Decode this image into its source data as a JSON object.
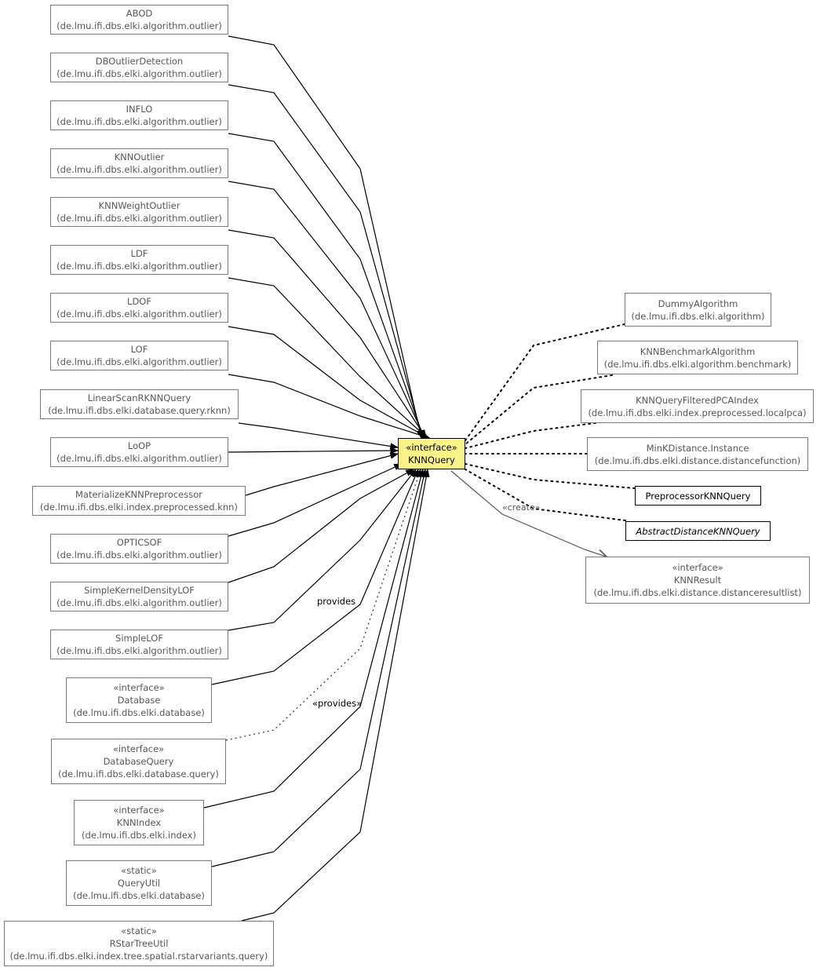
{
  "focus": {
    "stereotype": "«interface»",
    "name": "KNNQuery"
  },
  "left_nodes": [
    {
      "lines": [
        "ABOD",
        "(de.lmu.ifi.dbs.elki.algorithm.outlier)"
      ],
      "edge": "solid"
    },
    {
      "lines": [
        "DBOutlierDetection",
        "(de.lmu.ifi.dbs.elki.algorithm.outlier)"
      ],
      "edge": "solid"
    },
    {
      "lines": [
        "INFLO",
        "(de.lmu.ifi.dbs.elki.algorithm.outlier)"
      ],
      "edge": "solid"
    },
    {
      "lines": [
        "KNNOutlier",
        "(de.lmu.ifi.dbs.elki.algorithm.outlier)"
      ],
      "edge": "solid"
    },
    {
      "lines": [
        "KNNWeightOutlier",
        "(de.lmu.ifi.dbs.elki.algorithm.outlier)"
      ],
      "edge": "solid"
    },
    {
      "lines": [
        "LDF",
        "(de.lmu.ifi.dbs.elki.algorithm.outlier)"
      ],
      "edge": "solid"
    },
    {
      "lines": [
        "LDOF",
        "(de.lmu.ifi.dbs.elki.algorithm.outlier)"
      ],
      "edge": "solid"
    },
    {
      "lines": [
        "LOF",
        "(de.lmu.ifi.dbs.elki.algorithm.outlier)"
      ],
      "edge": "solid"
    },
    {
      "lines": [
        "LinearScanRKNNQuery",
        "(de.lmu.ifi.dbs.elki.database.query.rknn)"
      ],
      "edge": "solid"
    },
    {
      "lines": [
        "LoOP",
        "(de.lmu.ifi.dbs.elki.algorithm.outlier)"
      ],
      "edge": "solid"
    },
    {
      "lines": [
        "MaterializeKNNPreprocessor",
        "(de.lmu.ifi.dbs.elki.index.preprocessed.knn)"
      ],
      "edge": "solid"
    },
    {
      "lines": [
        "OPTICSOF",
        "(de.lmu.ifi.dbs.elki.algorithm.outlier)"
      ],
      "edge": "solid"
    },
    {
      "lines": [
        "SimpleKernelDensityLOF",
        "(de.lmu.ifi.dbs.elki.algorithm.outlier)"
      ],
      "edge": "solid"
    },
    {
      "lines": [
        "SimpleLOF",
        "(de.lmu.ifi.dbs.elki.algorithm.outlier)"
      ],
      "edge": "solid"
    },
    {
      "lines": [
        "«interface»",
        "Database",
        "(de.lmu.ifi.dbs.elki.database)"
      ],
      "edge": "solid"
    },
    {
      "lines": [
        "«interface»",
        "DatabaseQuery",
        "(de.lmu.ifi.dbs.elki.database.query)"
      ],
      "edge": "dotted"
    },
    {
      "lines": [
        "«interface»",
        "KNNIndex",
        "(de.lmu.ifi.dbs.elki.index)"
      ],
      "edge": "solid"
    },
    {
      "lines": [
        "«static»",
        "QueryUtil",
        "(de.lmu.ifi.dbs.elki.database)"
      ],
      "edge": "solid"
    },
    {
      "lines": [
        "«static»",
        "RStarTreeUtil",
        "(de.lmu.ifi.dbs.elki.index.tree.spatial.rstarvariants.query)"
      ],
      "edge": "solid"
    }
  ],
  "right_nodes": [
    {
      "lines": [
        "DummyAlgorithm",
        "(de.lmu.ifi.dbs.elki.algorithm)"
      ],
      "style": "normal"
    },
    {
      "lines": [
        "KNNBenchmarkAlgorithm",
        "(de.lmu.ifi.dbs.elki.algorithm.benchmark)"
      ],
      "style": "normal"
    },
    {
      "lines": [
        "KNNQueryFilteredPCAIndex",
        "(de.lmu.ifi.dbs.elki.index.preprocessed.localpca)"
      ],
      "style": "normal"
    },
    {
      "lines": [
        "MinKDistance.Instance",
        "(de.lmu.ifi.dbs.elki.distance.distancefunction)"
      ],
      "style": "normal"
    },
    {
      "lines": [
        "PreprocessorKNNQuery"
      ],
      "style": "dark"
    },
    {
      "lines": [
        "AbstractDistanceKNNQuery"
      ],
      "style": "dark-italic"
    }
  ],
  "result_node": {
    "lines": [
      "«interface»",
      "KNNResult",
      "(de.lmu.ifi.dbs.elki.distance.distanceresultlist)"
    ]
  },
  "edge_labels": {
    "provides": "provides",
    "provides_dotted": "«provides»",
    "create": "«create»"
  },
  "colors": {
    "focus_fill": "#fbf28a",
    "node_border": "#7a7a7a",
    "text_grey": "#585858",
    "edge": "#000000",
    "create_edge": "#555555"
  }
}
